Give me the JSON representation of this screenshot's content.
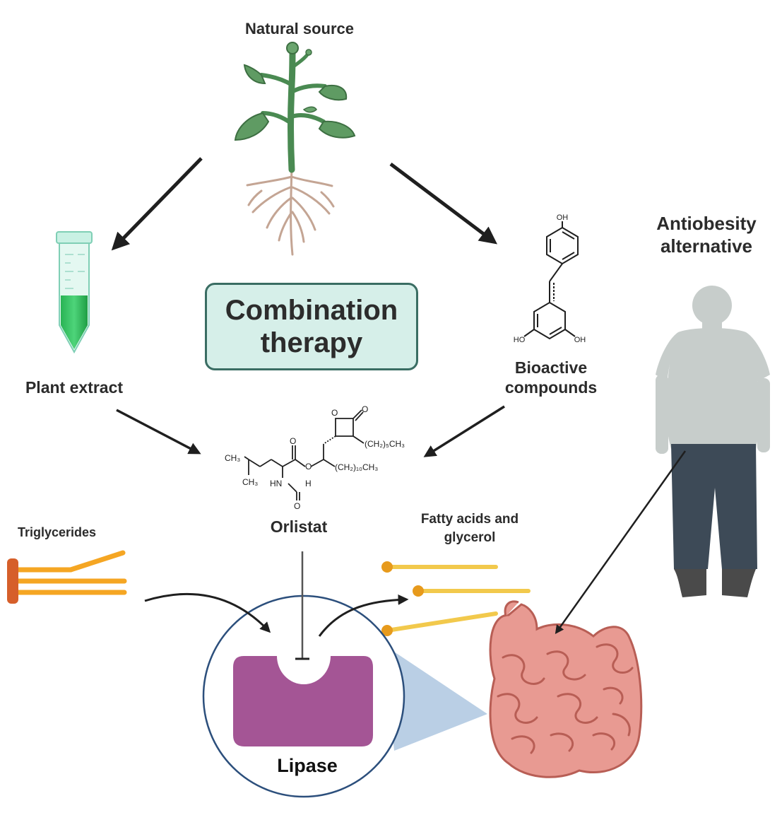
{
  "labels": {
    "natural_source": "Natural source",
    "plant_extract": "Plant extract",
    "bioactive": "Bioactive\ncompounds",
    "antiobesity": "Antiobesity\nalternative",
    "combination": "Combination\ntherapy",
    "orlistat": "Orlistat",
    "triglycerides": "Triglycerides",
    "fatty_acids": "Fatty acids and\nglycerol",
    "lipase": "Lipase"
  },
  "resveratrol": {
    "oh_top": "OH",
    "ho_left": "HO",
    "oh_right": "OH"
  },
  "orlistat_structure": {
    "o_ring": "O",
    "o_carbonyl": "O",
    "hexyl": "(CH₂)₅CH₃",
    "undecyl": "(CH₂)₁₀CH₃",
    "ch3_a": "CH₃",
    "ch3_b": "CH₃",
    "o_ester_carbonyl": "O",
    "o_ester": "O",
    "hn": "HN",
    "h": "H",
    "o_formyl": "O"
  },
  "colors": {
    "accent_box": "#d6efe9",
    "lipase": "#a45595",
    "tube_green": "#2fbf5a",
    "fat_orange": "#f5a623",
    "fatty_yellow": "#f2c94c",
    "intestine": "#e89a92",
    "person_shirt": "#c7cdcb",
    "person_pants": "#3d4a57"
  }
}
